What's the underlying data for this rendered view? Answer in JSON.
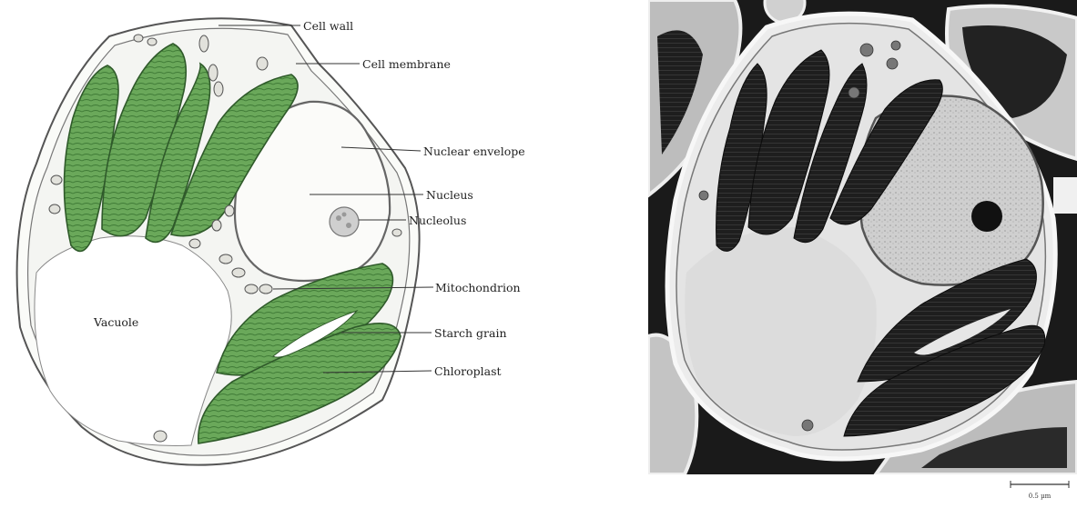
{
  "diagram": {
    "labels": {
      "cell_wall": "Cell wall",
      "cell_membrane": "Cell membrane",
      "nuclear_envelope": "Nuclear envelope",
      "nucleus": "Nucleus",
      "nucleolus": "Nucleolus",
      "mitochondrion": "Mitochondrion",
      "starch_grain": "Starch grain",
      "chloroplast": "Chloroplast",
      "vacuole": "Vacuole"
    },
    "colors": {
      "chloroplast_fill": "#6aa85a",
      "chloroplast_stroke": "#2f5a2a",
      "cytoplasm": "#f4f5f2",
      "micrograph_dark": "#1c1c1c",
      "micrograph_light": "#d8d8d8"
    }
  },
  "micrograph": {
    "scale_bar_label": "0.5 µm"
  }
}
